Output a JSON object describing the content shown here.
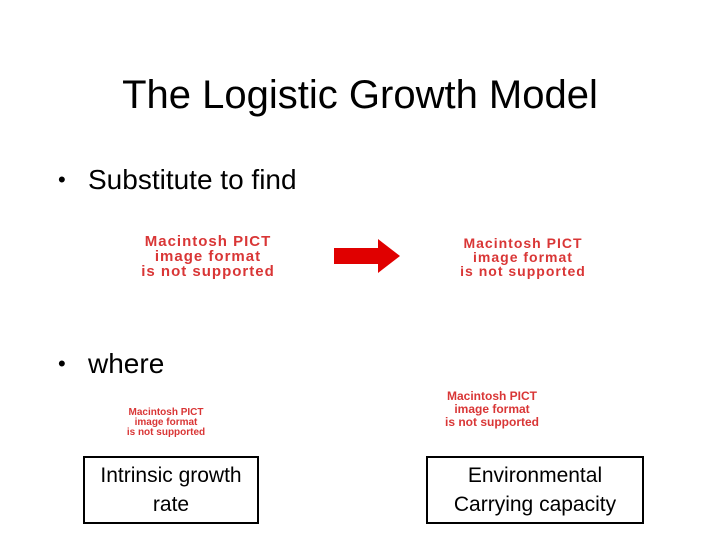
{
  "title": "The Logistic Growth Model",
  "bullets": [
    {
      "symbol": "•",
      "text": "Substitute to find"
    },
    {
      "symbol": "•",
      "text": "where"
    }
  ],
  "pict_placeholder": {
    "line1": "Macintosh PICT",
    "line2": "image format",
    "line3": "is not supported"
  },
  "arrow": {
    "icon": "right-arrow-icon",
    "color": "#e00000"
  },
  "boxes": {
    "left": {
      "line1": "Intrinsic growth",
      "line2": "rate"
    },
    "right": {
      "line1": "Environmental",
      "line2": "Carrying capacity"
    }
  },
  "colors": {
    "placeholder_text": "#d72c2c",
    "text": "#000000",
    "background": "#ffffff"
  }
}
